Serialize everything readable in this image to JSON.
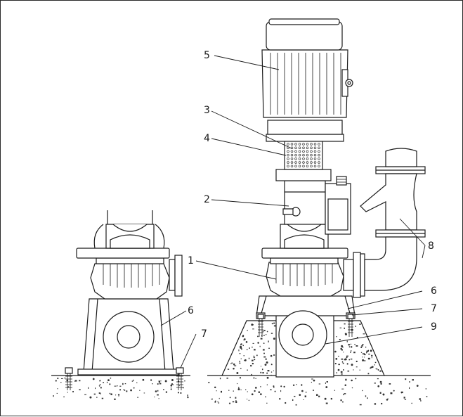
{
  "diagram": {
    "colors": {
      "line": "#1a1a1a",
      "background": "#ffffff",
      "concrete_specks": "#333333"
    },
    "callouts": [
      {
        "id": "c1",
        "text": "1"
      },
      {
        "id": "c2",
        "text": "2"
      },
      {
        "id": "c3",
        "text": "3"
      },
      {
        "id": "c4",
        "text": "4"
      },
      {
        "id": "c5",
        "text": "5"
      },
      {
        "id": "c6a",
        "text": "6"
      },
      {
        "id": "c6b",
        "text": "6"
      },
      {
        "id": "c7a",
        "text": "7"
      },
      {
        "id": "c7b",
        "text": "7"
      },
      {
        "id": "c8",
        "text": "8"
      },
      {
        "id": "c9",
        "text": "9"
      }
    ]
  }
}
